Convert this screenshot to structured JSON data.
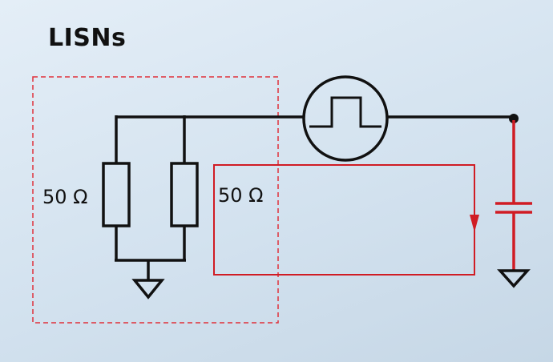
{
  "title": "LISNs",
  "labels": {
    "resistor_left": "50 Ω",
    "resistor_right": "50 Ω"
  },
  "colors": {
    "wire": "#111111",
    "loop": "#d01c24",
    "dashed_box": "#e0303a"
  },
  "icons": {
    "source": "pulse-source-icon",
    "ground": "ground-icon",
    "capacitor": "capacitor-icon",
    "arrow": "current-arrow-icon"
  }
}
